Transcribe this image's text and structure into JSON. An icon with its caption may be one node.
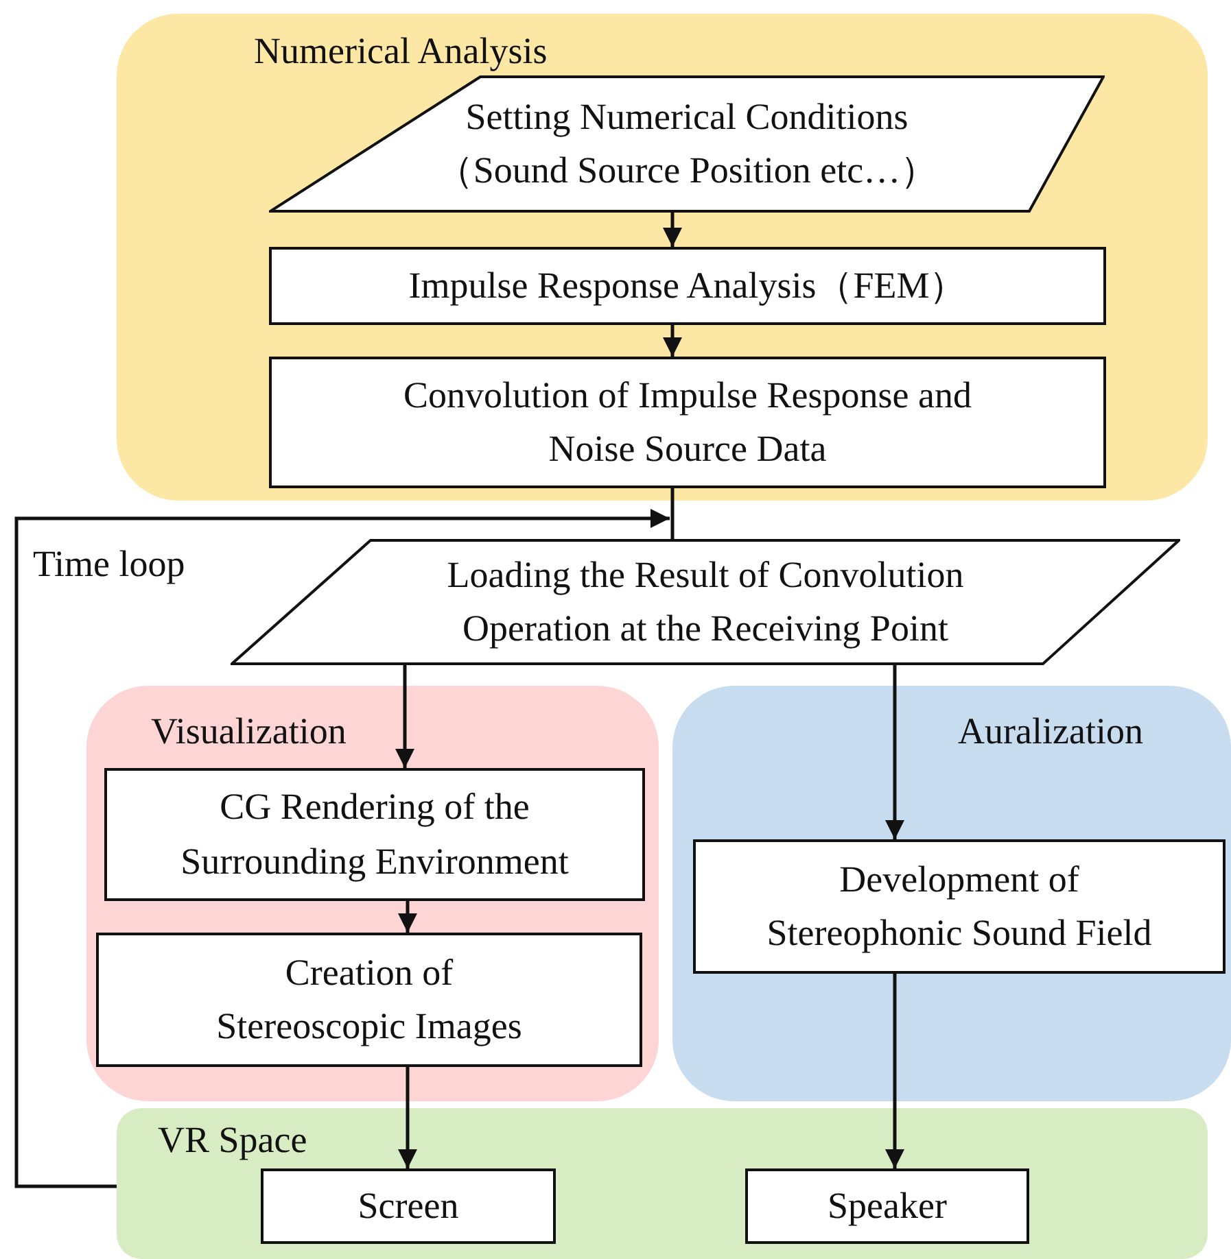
{
  "diagram": {
    "nodes": [
      {
        "text": [
          "Numerical Analysis"
        ]
      },
      {
        "text": [
          "Setting Numerical Conditions （Sound Source Position etc…）"
        ],
        "in": 0
      },
      {
        "text": [
          "Impulse Response Analysis（FEM）"
        ],
        "in": 0
      },
      {
        "text": [
          "Convolution of Impulse Response and Noise Source Data"
        ],
        "in": 0
      },
      {
        "text": [
          "Loading the Result of Convolution Operation at the Receiving Point"
        ]
      },
      {
        "text": [
          "Visualization"
        ]
      },
      {
        "text": [
          "CG Rendering of the Surrounding Environment"
        ],
        "in": 5
      },
      {
        "text": [
          "Creation of Stereoscopic Images"
        ],
        "in": 5
      },
      {
        "text": [
          "Auralization"
        ]
      },
      {
        "text": [
          "Development of Stereophonic Sound Field"
        ],
        "in": 8
      },
      {
        "text": [
          "VR Space"
        ]
      },
      {
        "text": [
          "Screen"
        ],
        "in": 10
      },
      {
        "text": [
          "Speaker"
        ],
        "in": 10
      }
    ],
    "edges": [
      {
        "from": 1,
        "to": 2,
        "arrow": "to"
      },
      {
        "from": 2,
        "to": 3,
        "arrow": "to"
      },
      {
        "from": 3,
        "to": 4,
        "arrow": "none"
      },
      {
        "from": 10,
        "to": 4,
        "arrow": "to",
        "label": "Time loop"
      },
      {
        "from": 4,
        "to": 6,
        "arrow": "to"
      },
      {
        "from": 6,
        "to": 7,
        "arrow": "to"
      },
      {
        "from": 7,
        "to": 11,
        "arrow": "to"
      },
      {
        "from": 4,
        "to": 9,
        "arrow": "to"
      },
      {
        "from": 9,
        "to": 12,
        "arrow": "to"
      }
    ]
  }
}
